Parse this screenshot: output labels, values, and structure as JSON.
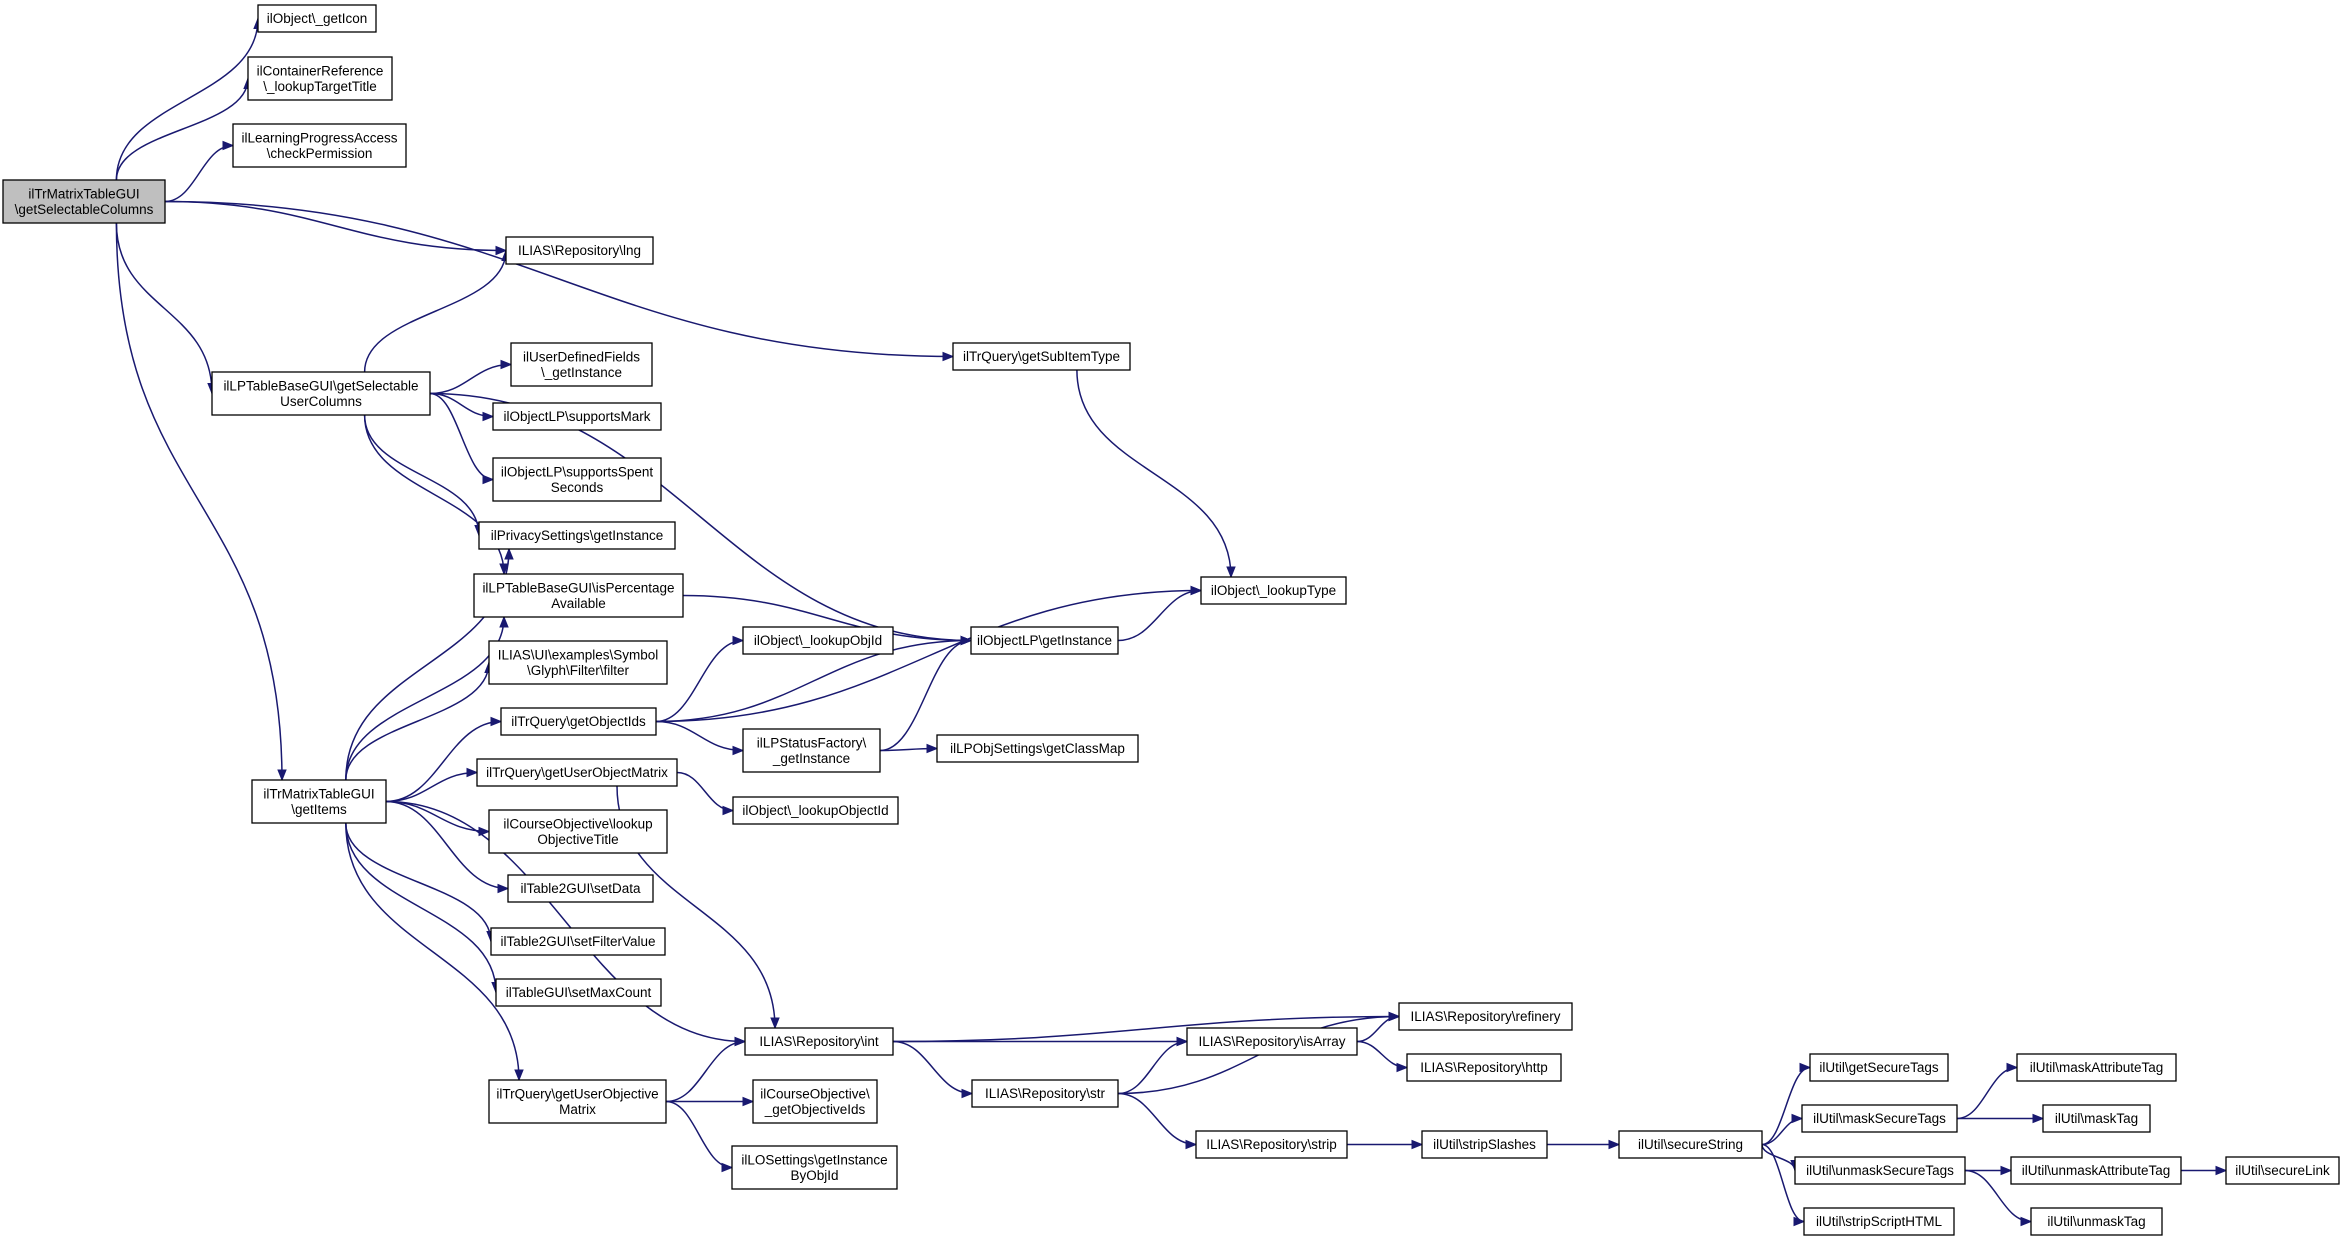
{
  "nodes": [
    {
      "id": "root",
      "lines": [
        "ilTrMatrixTableGUI",
        "\\getSelectableColumns"
      ]
    },
    {
      "id": "getIcon",
      "lines": [
        "ilObject\\_getIcon"
      ]
    },
    {
      "id": "lookupTargetTitle",
      "lines": [
        "ilContainerReference",
        "\\_lookupTargetTitle"
      ]
    },
    {
      "id": "checkPermission",
      "lines": [
        "ilLearningProgressAccess",
        "\\checkPermission"
      ]
    },
    {
      "id": "lng",
      "lines": [
        "ILIAS\\Repository\\lng"
      ]
    },
    {
      "id": "getSubItemType",
      "lines": [
        "ilTrQuery\\getSubItemType"
      ]
    },
    {
      "id": "getSelectableUserColumns",
      "lines": [
        "ilLPTableBaseGUI\\getSelectable",
        "UserColumns"
      ]
    },
    {
      "id": "udfGetInstance",
      "lines": [
        "ilUserDefinedFields",
        "\\_getInstance"
      ]
    },
    {
      "id": "supportsMark",
      "lines": [
        "ilObjectLP\\supportsMark"
      ]
    },
    {
      "id": "supportsSpentSeconds",
      "lines": [
        "ilObjectLP\\supportsSpent",
        "Seconds"
      ]
    },
    {
      "id": "privacyGetInstance",
      "lines": [
        "ilPrivacySettings\\getInstance"
      ]
    },
    {
      "id": "isPercentageAvailable",
      "lines": [
        "ilLPTableBaseGUI\\isPercentage",
        "Available"
      ]
    },
    {
      "id": "lookupType",
      "lines": [
        "ilObject\\_lookupType"
      ]
    },
    {
      "id": "filter",
      "lines": [
        "ILIAS\\UI\\examples\\Symbol",
        "\\Glyph\\Filter\\filter"
      ]
    },
    {
      "id": "lookupObjId",
      "lines": [
        "ilObject\\_lookupObjId"
      ]
    },
    {
      "id": "objectLPGetInstance",
      "lines": [
        "ilObjectLP\\getInstance"
      ]
    },
    {
      "id": "getObjectIds",
      "lines": [
        "ilTrQuery\\getObjectIds"
      ]
    },
    {
      "id": "lpStatusFactory",
      "lines": [
        "ilLPStatusFactory\\",
        "_getInstance"
      ]
    },
    {
      "id": "getClassMap",
      "lines": [
        "ilLPObjSettings\\getClassMap"
      ]
    },
    {
      "id": "getItems",
      "lines": [
        "ilTrMatrixTableGUI",
        "\\getItems"
      ]
    },
    {
      "id": "getUserObjectMatrix",
      "lines": [
        "ilTrQuery\\getUserObjectMatrix"
      ]
    },
    {
      "id": "lookupObjectId",
      "lines": [
        "ilObject\\_lookupObjectId"
      ]
    },
    {
      "id": "lookupObjectiveTitle",
      "lines": [
        "ilCourseObjective\\lookup",
        "ObjectiveTitle"
      ]
    },
    {
      "id": "setData",
      "lines": [
        "ilTable2GUI\\setData"
      ]
    },
    {
      "id": "setFilterValue",
      "lines": [
        "ilTable2GUI\\setFilterValue"
      ]
    },
    {
      "id": "setMaxCount",
      "lines": [
        "ilTableGUI\\setMaxCount"
      ]
    },
    {
      "id": "refinery",
      "lines": [
        "ILIAS\\Repository\\refinery"
      ]
    },
    {
      "id": "int",
      "lines": [
        "ILIAS\\Repository\\int"
      ]
    },
    {
      "id": "isArray",
      "lines": [
        "ILIAS\\Repository\\isArray"
      ]
    },
    {
      "id": "http",
      "lines": [
        "ILIAS\\Repository\\http"
      ]
    },
    {
      "id": "getUserObjectiveMatrix",
      "lines": [
        "ilTrQuery\\getUserObjective",
        "Matrix"
      ]
    },
    {
      "id": "getObjectiveIds",
      "lines": [
        "ilCourseObjective\\",
        "_getObjectiveIds"
      ]
    },
    {
      "id": "str",
      "lines": [
        "ILIAS\\Repository\\str"
      ]
    },
    {
      "id": "getInstanceByObjId",
      "lines": [
        "ilLOSettings\\getInstance",
        "ByObjId"
      ]
    },
    {
      "id": "getSecureTags",
      "lines": [
        "ilUtil\\getSecureTags"
      ]
    },
    {
      "id": "maskAttributeTag",
      "lines": [
        "ilUtil\\maskAttributeTag"
      ]
    },
    {
      "id": "maskSecureTags",
      "lines": [
        "ilUtil\\maskSecureTags"
      ]
    },
    {
      "id": "maskTag",
      "lines": [
        "ilUtil\\maskTag"
      ]
    },
    {
      "id": "strip",
      "lines": [
        "ILIAS\\Repository\\strip"
      ]
    },
    {
      "id": "stripSlashes",
      "lines": [
        "ilUtil\\stripSlashes"
      ]
    },
    {
      "id": "secureString",
      "lines": [
        "ilUtil\\secureString"
      ]
    },
    {
      "id": "unmaskSecureTags",
      "lines": [
        "ilUtil\\unmaskSecureTags"
      ]
    },
    {
      "id": "unmaskAttributeTag",
      "lines": [
        "ilUtil\\unmaskAttributeTag"
      ]
    },
    {
      "id": "secureLink",
      "lines": [
        "ilUtil\\secureLink"
      ]
    },
    {
      "id": "stripScriptHTML",
      "lines": [
        "ilUtil\\stripScriptHTML"
      ]
    },
    {
      "id": "unmaskTag",
      "lines": [
        "ilUtil\\unmaskTag"
      ]
    }
  ],
  "edges": [
    [
      "root",
      "getIcon"
    ],
    [
      "root",
      "lookupTargetTitle"
    ],
    [
      "root",
      "checkPermission"
    ],
    [
      "root",
      "lng"
    ],
    [
      "root",
      "getSubItemType"
    ],
    [
      "root",
      "getSelectableUserColumns"
    ],
    [
      "root",
      "getItems"
    ],
    [
      "getSelectableUserColumns",
      "lng"
    ],
    [
      "getSelectableUserColumns",
      "objectLPGetInstance"
    ],
    [
      "getSelectableUserColumns",
      "udfGetInstance"
    ],
    [
      "getSelectableUserColumns",
      "supportsMark"
    ],
    [
      "getSelectableUserColumns",
      "supportsSpentSeconds"
    ],
    [
      "getSelectableUserColumns",
      "privacyGetInstance"
    ],
    [
      "getSelectableUserColumns",
      "isPercentageAvailable"
    ],
    [
      "getSubItemType",
      "lookupType"
    ],
    [
      "isPercentageAvailable",
      "objectLPGetInstance"
    ],
    [
      "objectLPGetInstance",
      "lookupType"
    ],
    [
      "getObjectIds",
      "lookupType"
    ],
    [
      "getObjectIds",
      "lookupObjId"
    ],
    [
      "getObjectIds",
      "objectLPGetInstance"
    ],
    [
      "getObjectIds",
      "lpStatusFactory"
    ],
    [
      "lpStatusFactory",
      "objectLPGetInstance"
    ],
    [
      "lpStatusFactory",
      "getClassMap"
    ],
    [
      "getItems",
      "privacyGetInstance"
    ],
    [
      "getItems",
      "isPercentageAvailable"
    ],
    [
      "getItems",
      "filter"
    ],
    [
      "getItems",
      "getObjectIds"
    ],
    [
      "getItems",
      "getUserObjectMatrix"
    ],
    [
      "getItems",
      "lookupObjectiveTitle"
    ],
    [
      "getItems",
      "setData"
    ],
    [
      "getItems",
      "setFilterValue"
    ],
    [
      "getItems",
      "setMaxCount"
    ],
    [
      "getItems",
      "int"
    ],
    [
      "getItems",
      "getUserObjectiveMatrix"
    ],
    [
      "getUserObjectMatrix",
      "lookupObjectId"
    ],
    [
      "getUserObjectMatrix",
      "int"
    ],
    [
      "getUserObjectiveMatrix",
      "int"
    ],
    [
      "getUserObjectiveMatrix",
      "getObjectiveIds"
    ],
    [
      "getUserObjectiveMatrix",
      "getInstanceByObjId"
    ],
    [
      "int",
      "refinery"
    ],
    [
      "int",
      "isArray"
    ],
    [
      "int",
      "str"
    ],
    [
      "isArray",
      "refinery"
    ],
    [
      "isArray",
      "http"
    ],
    [
      "str",
      "isArray"
    ],
    [
      "str",
      "refinery"
    ],
    [
      "str",
      "strip"
    ],
    [
      "strip",
      "stripSlashes"
    ],
    [
      "stripSlashes",
      "secureString"
    ],
    [
      "secureString",
      "getSecureTags"
    ],
    [
      "secureString",
      "maskSecureTags"
    ],
    [
      "secureString",
      "unmaskSecureTags"
    ],
    [
      "secureString",
      "stripScriptHTML"
    ],
    [
      "maskSecureTags",
      "maskAttributeTag"
    ],
    [
      "maskSecureTags",
      "maskTag"
    ],
    [
      "unmaskSecureTags",
      "unmaskAttributeTag"
    ],
    [
      "unmaskSecureTags",
      "unmaskTag"
    ],
    [
      "unmaskAttributeTag",
      "secureLink"
    ]
  ],
  "colors": {
    "edge": "#191970",
    "root_fill": "#bfbfbf",
    "node_fill": "#ffffff"
  }
}
